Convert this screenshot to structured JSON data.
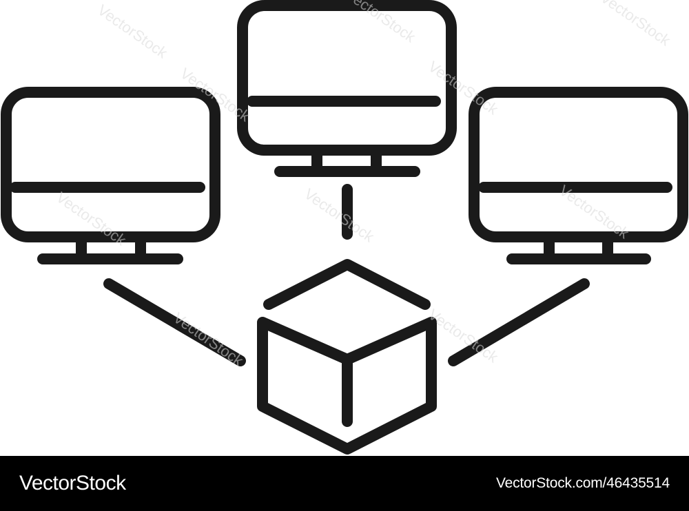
{
  "watermark": {
    "text": "VectorStock"
  },
  "footer": {
    "brand": "VectorStock",
    "image_id": "VectorStock.com/46435514",
    "background": "#000000",
    "text_color": "#ffffff"
  },
  "illustration": {
    "stroke_color": "#1a1a1a",
    "icons": [
      "monitor-icon",
      "monitor-icon",
      "monitor-icon",
      "cube-icon"
    ]
  }
}
